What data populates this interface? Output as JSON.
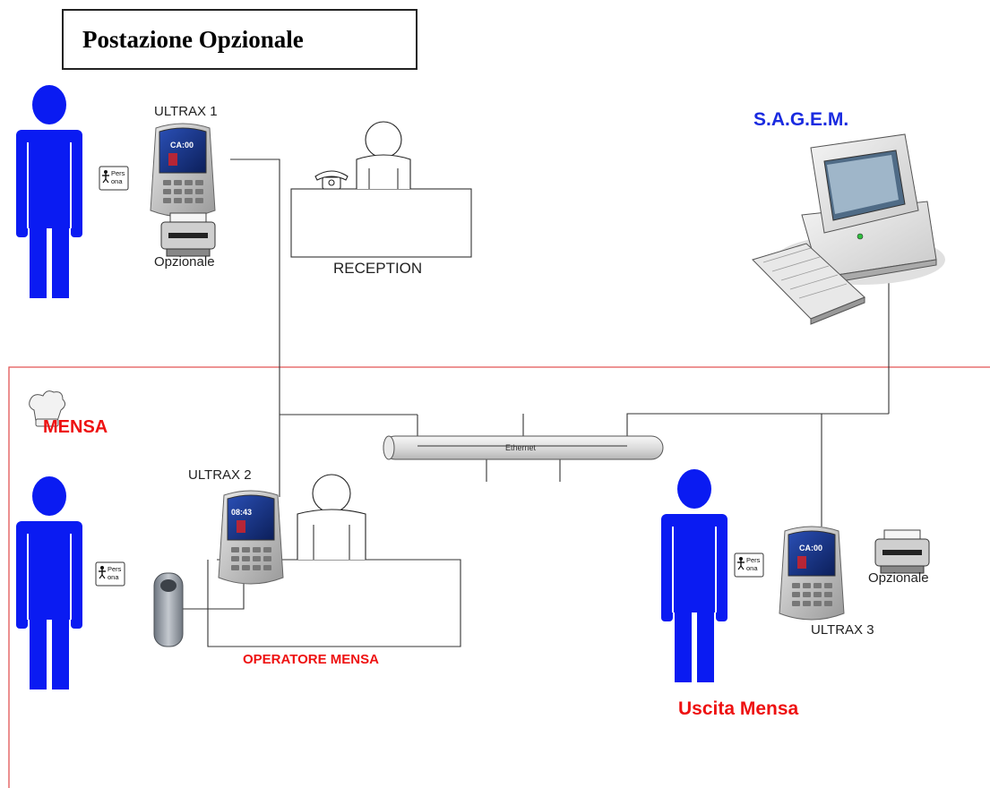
{
  "title": "Postazione Opzionale",
  "labels": {
    "ultrax1": "ULTRAX 1",
    "ultrax2": "ULTRAX 2",
    "ultrax3": "ULTRAX 3",
    "opzionale": "Opzionale",
    "reception": "RECEPTION",
    "sagem": "S.A.G.E.M.",
    "mensa": "MENSA",
    "ethernet": "Ethernet",
    "operatore": "OPERATORE MENSA",
    "uscita": "Uscita Mensa",
    "persona_l1": "Pers",
    "persona_l2": "ona",
    "screen_clock_a": "CA:00",
    "screen_clock_b": "08:43"
  },
  "colors": {
    "person": "#0a1bf2",
    "zone_border": "#e25555",
    "accent_red": "#ee1111",
    "accent_blue": "#1a2be0",
    "line": "#222222"
  },
  "icons": {
    "person": "person-silhouette-icon",
    "terminal": "biometric-terminal-icon",
    "printer": "printer-icon",
    "computer": "desktop-computer-icon",
    "phone": "telephone-icon",
    "badge": "badge-card-icon",
    "reader": "card-reader-icon",
    "chef": "chef-hat-icon"
  }
}
